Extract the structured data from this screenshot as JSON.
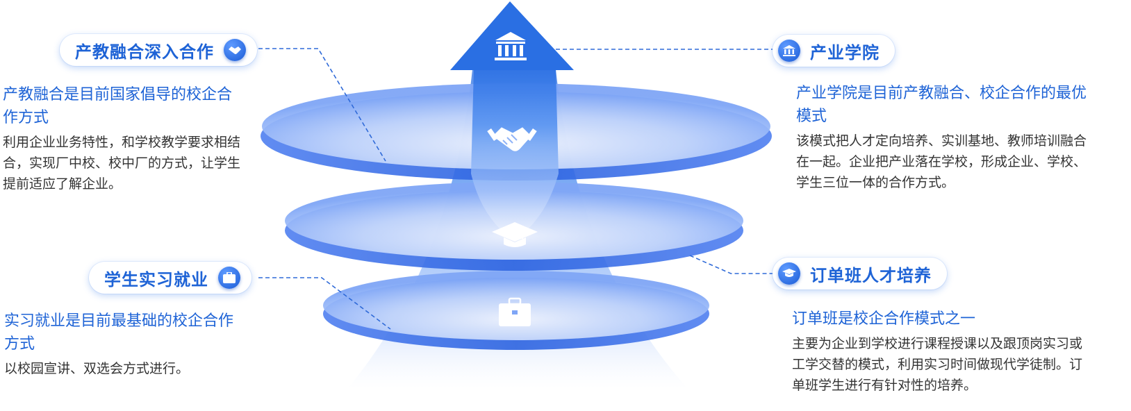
{
  "colors": {
    "primary": "#1e63d6",
    "text": "#333333",
    "disc": "#6f9bf5",
    "arrow": "#2a6fe3"
  },
  "center_icons": [
    "bank-icon",
    "handshake-icon",
    "graduation-cap-icon",
    "briefcase-icon"
  ],
  "items": {
    "top_left": {
      "label": "产教融合深入合作",
      "icon": "handshake-icon",
      "heading": "产教融合是目前国家倡导的校企合作方式",
      "body": "利用企业业务特性，和学校教学要求相结合，实现厂中校、校中厂的方式，让学生提前适应了解企业。"
    },
    "top_right": {
      "label": "产业学院",
      "icon": "bank-icon",
      "heading": "产业学院是目前产教融合、校企合作的最优模式",
      "body": "该模式把人才定向培养、实训基地、教师培训融合在一起。企业把产业落在学校，形成企业、学校、学生三位一体的合作方式。"
    },
    "bottom_left": {
      "label": "学生实习就业",
      "icon": "briefcase-icon",
      "heading": "实习就业是目前最基础的校企合作方式",
      "body": "以校园宣讲、双选会方式进行。"
    },
    "bottom_right": {
      "label": "订单班人才培养",
      "icon": "graduation-cap-icon",
      "heading": "订单班是校企合作模式之一",
      "body": "主要为企业到学校进行课程授课以及跟顶岗实习或工学交替的模式，利用实习时间做现代学徒制。订单班学生进行有针对性的培养。"
    }
  }
}
